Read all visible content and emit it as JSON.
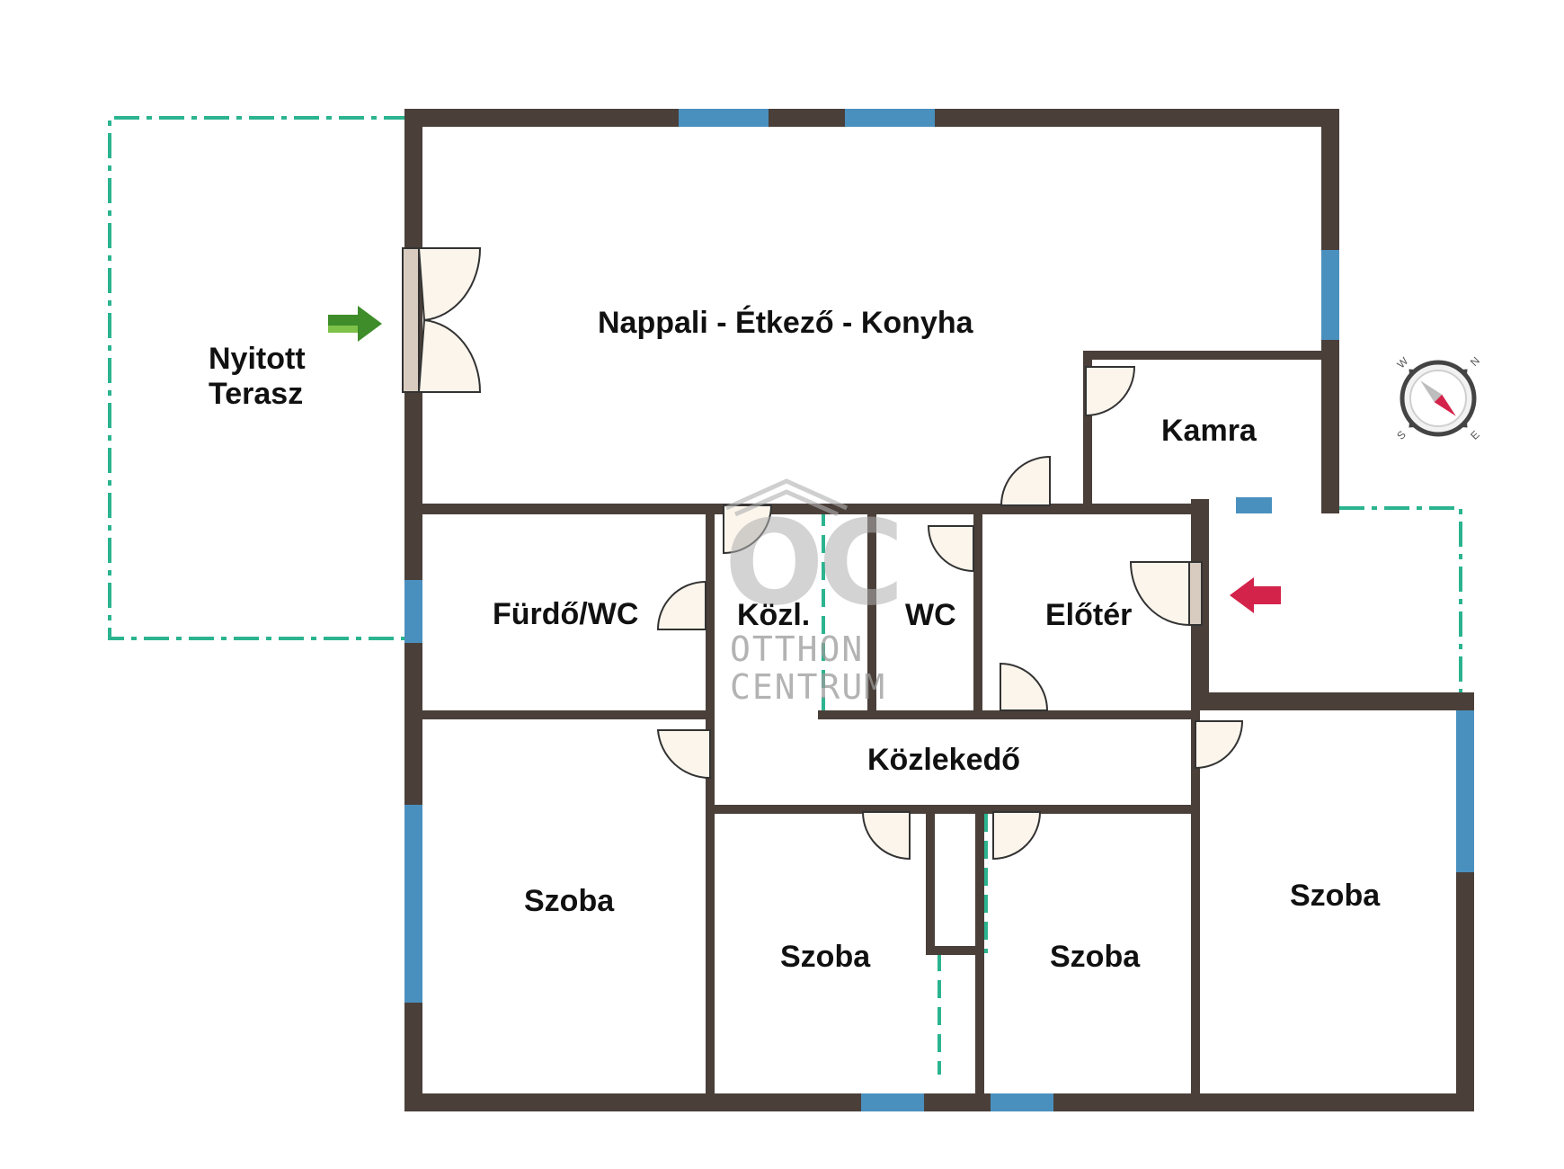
{
  "rooms": {
    "terrace": "Nyitott\nTerasz",
    "living": "Nappali - Étkező - Konyha",
    "pantry": "Kamra",
    "bathroom": "Fürdő/WC",
    "corridor_small": "Közl.",
    "wc": "WC",
    "hall": "Előtér",
    "corridor": "Közlekedő",
    "room_left": "Szoba",
    "room_mid_left": "Szoba",
    "room_mid_right": "Szoba",
    "room_right": "Szoba"
  },
  "watermark": {
    "logo": "OC",
    "line1": "OTTHON",
    "line2": "CENTRUM"
  },
  "compass": {
    "n": "N",
    "s": "S",
    "e": "E",
    "w": "W"
  },
  "colors": {
    "wall": "#4a3f39",
    "window": "#4a90bf",
    "terrace_outline": "#2bb48f",
    "door_fill": "#fbf5ec",
    "entry_arrow_green": "#3e8c2a",
    "entry_arrow_red": "#d4234a"
  }
}
